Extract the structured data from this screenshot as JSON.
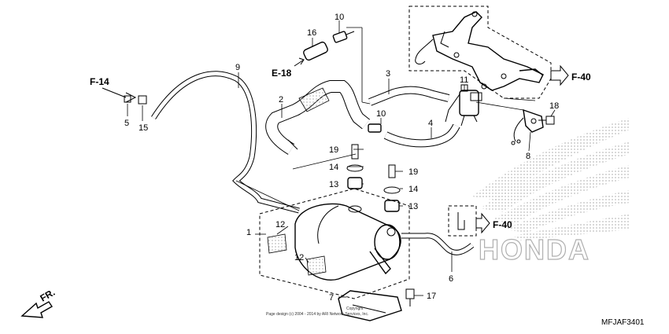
{
  "callouts": {
    "c1": "1",
    "c2": "2",
    "c3": "3",
    "c4": "4",
    "c5": "5",
    "c6": "6",
    "c7": "7",
    "c8": "8",
    "c9": "9",
    "c10a": "10",
    "c10b": "10",
    "c11": "11",
    "c12a": "12",
    "c12b": "12",
    "c13a": "13",
    "c13b": "13",
    "c14a": "14",
    "c14b": "14",
    "c15": "15",
    "c16": "16",
    "c17": "17",
    "c18": "18",
    "c19a": "19",
    "c19b": "19"
  },
  "references": {
    "f14": "F-14",
    "e18": "E-18",
    "f40_top": "F-40",
    "f40_mid": "F-40",
    "fr": "FR."
  },
  "footer": {
    "copyright_line1": "Copyright",
    "copyright_line2": "Page design (c) 2004 - 2014 by ARI Network Services, Inc.",
    "diagram_code": "MFJAF3401"
  },
  "watermark": {
    "brand": "HONDA"
  }
}
